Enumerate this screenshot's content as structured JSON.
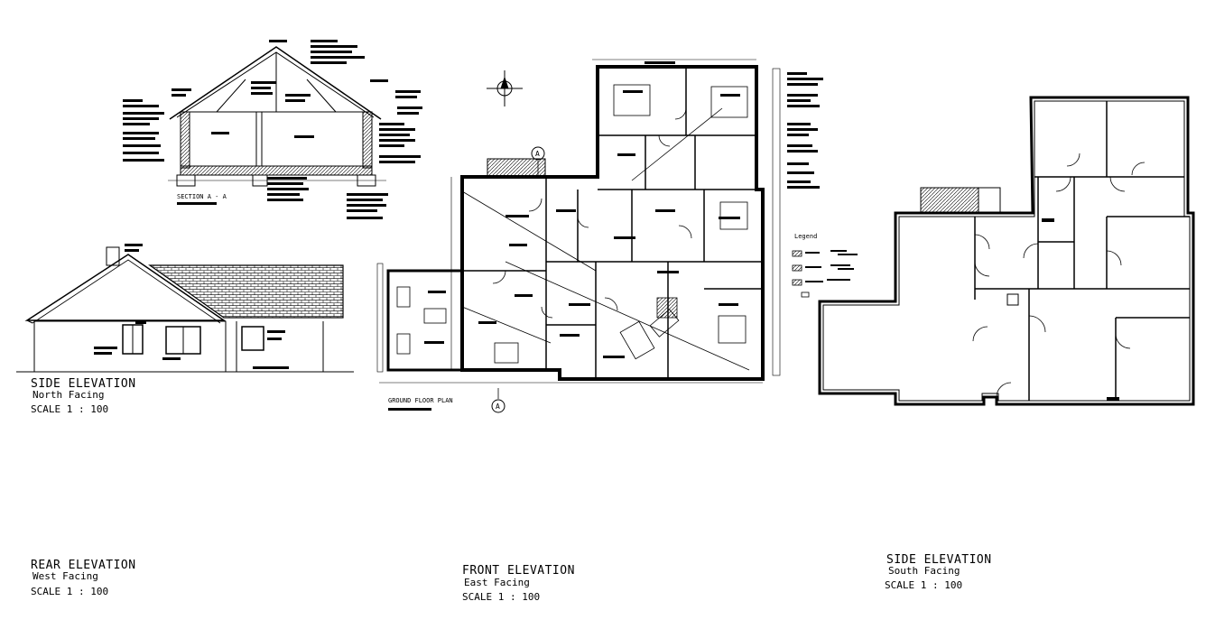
{
  "drawing": {
    "section": {
      "label": "SECTION A - A"
    },
    "ground_floor_plan": {
      "label": "GROUND FLOOR PLAN",
      "section_marker": "A"
    },
    "legend": {
      "title": "Legend"
    },
    "side_elevation_north": {
      "title": "SIDE ELEVATION",
      "facing": "North Facing",
      "scale": "SCALE 1 : 100"
    },
    "rear_elevation": {
      "title": "REAR ELEVATION",
      "facing": "West Facing",
      "scale": "SCALE 1 : 100"
    },
    "front_elevation": {
      "title": "FRONT ELEVATION",
      "facing": "East Facing",
      "scale": "SCALE 1 : 100"
    },
    "side_elevation_south": {
      "title": "SIDE ELEVATION",
      "facing": "South Facing",
      "scale": "SCALE 1 : 100"
    }
  },
  "colors": {
    "line": "#000000",
    "background": "#ffffff"
  }
}
